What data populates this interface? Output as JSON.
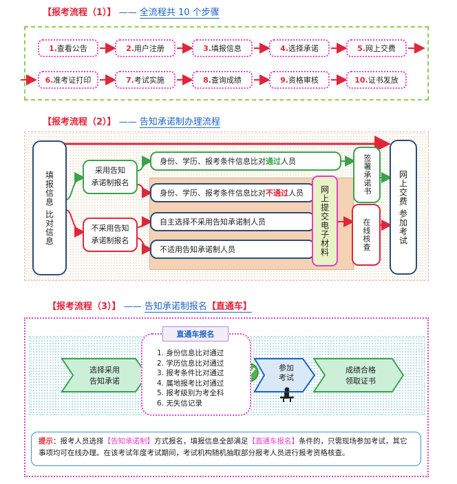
{
  "sec1": {
    "prefix": "【报考流程（1）】",
    "title": "全流程共 10 个步骤"
  },
  "steps": [
    {
      "n": "1.",
      "label": "查看公告"
    },
    {
      "n": "2.",
      "label": "用户注册"
    },
    {
      "n": "3.",
      "label": "填报信息"
    },
    {
      "n": "4.",
      "label": "选择承诺"
    },
    {
      "n": "5.",
      "label": "网上交费"
    },
    {
      "n": "6.",
      "label": "准考证打印"
    },
    {
      "n": "7.",
      "label": "考试实施"
    },
    {
      "n": "8.",
      "label": "查询成绩"
    },
    {
      "n": "9.",
      "label": "资格审核"
    },
    {
      "n": "10.",
      "label": "证书发放"
    }
  ],
  "sec2": {
    "prefix": "【报考流程（2）】",
    "title": "告知承诺制办理流程",
    "left": "填报信息 比对信息",
    "opt_yes": "采用告知\n承诺制报名",
    "opt_no": "不采用告知\n承诺制报名",
    "row1_pre": "身份、学历、报考条件信息比对",
    "row1_hl": "通过",
    "row1_post": "人员",
    "row2_pre": "身份、学历、报考条件信息比对",
    "row2_hl": "不通过",
    "row2_post": "人员",
    "row3": "自主选择不采用告知承诺制人员",
    "row4": "不适用告知承诺制人员",
    "upload": "网上提交电子材料",
    "sign": "签署承诺书",
    "verify": "在线核查",
    "right": "网上交费 参加考试"
  },
  "sec3": {
    "prefix": "【报考流程（3）】",
    "title": "告知承诺制报名",
    "tag": "【直通车】",
    "choose": "选择采用\n告知承诺",
    "banner": "直通车报名",
    "list": [
      "1. 身份信息比对通过",
      "2. 学历信息比对通过",
      "3. 报考条件比对通过",
      "4. 属地报考比对通过",
      "5. 报考级别为考全科",
      "6. 无失信记录"
    ],
    "exam": "参加\n考试",
    "cert": "成绩合格\n领取证书"
  },
  "tip": {
    "label": "提示",
    "t1": "：报考人员选择",
    "k1": "【告知承诺制】",
    "t2": "方式报名，填报信息全部满足",
    "k2": "【直通车报名】",
    "t3": "条件的，只需现场参加考试，其它事项均可在线办理。在该考试年度考试期间，考试机构随机抽取部分报考人员进行报考资格核查。"
  },
  "colors": {
    "red": "#e0263a",
    "blue": "#1b63c6",
    "green": "#3aa24a",
    "magenta": "#e040c8",
    "navy": "#2c4a7a"
  }
}
